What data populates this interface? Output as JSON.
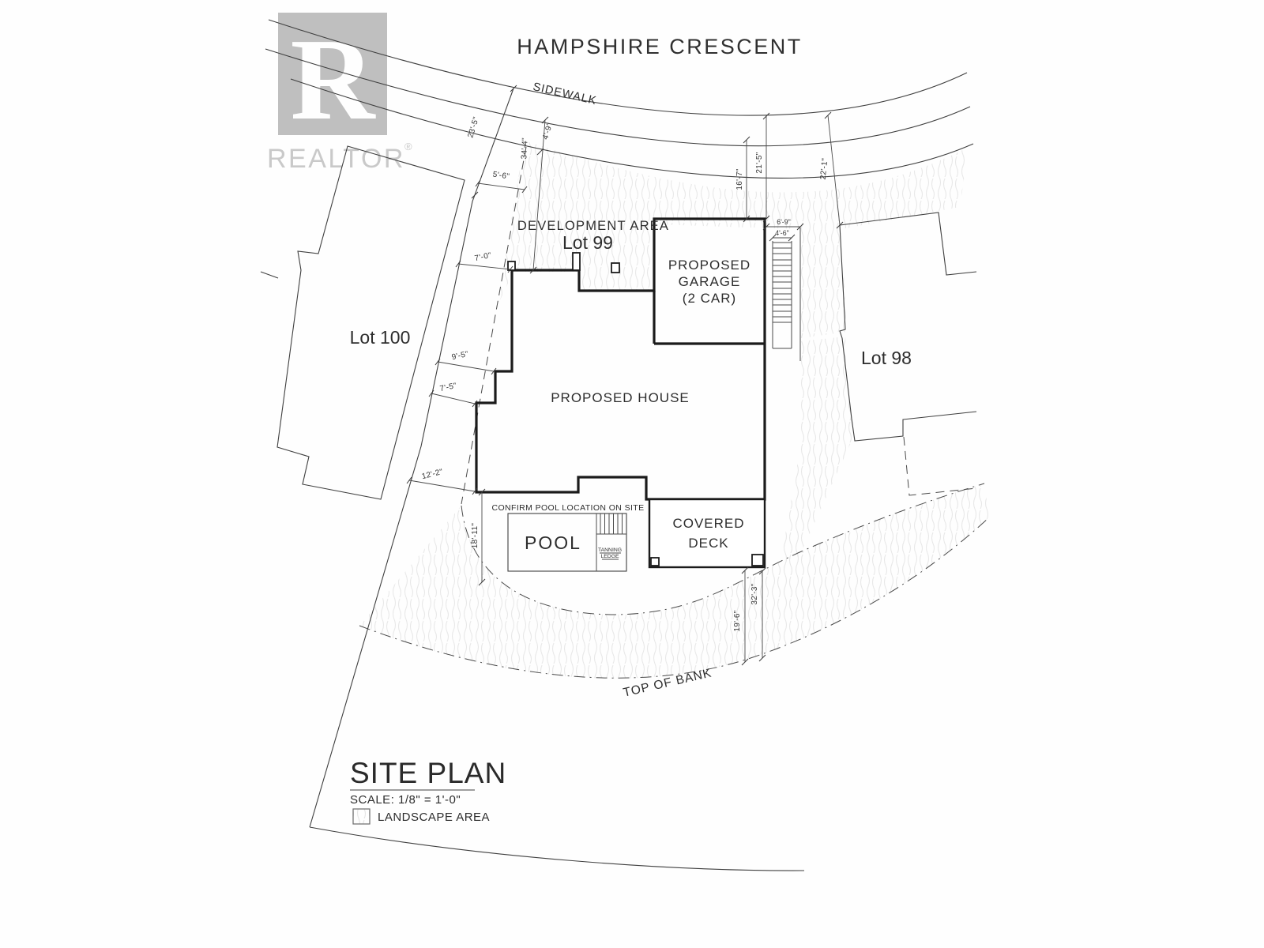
{
  "watermark": {
    "logo_letter": "R",
    "name": "REALTOR",
    "reg": "®"
  },
  "street": {
    "name": "HAMPSHIRE CRESCENT",
    "sidewalk": "SIDEWALK"
  },
  "lots": {
    "left": "Lot 100",
    "center": "Lot 99",
    "right": "Lot 98",
    "development_area": "DEVELOPMENT AREA"
  },
  "structures": {
    "garage_line1": "PROPOSED",
    "garage_line2": "GARAGE",
    "garage_line3": "(2 CAR)",
    "house": "PROPOSED HOUSE",
    "deck_line1": "COVERED",
    "deck_line2": "DECK",
    "pool": "POOL",
    "pool_note": "CONFIRM POOL LOCATION ON SITE",
    "ledge_line1": "TANNING",
    "ledge_line2": "LEDGE"
  },
  "topography": {
    "top_of_bank": "TOP OF BANK"
  },
  "title_block": {
    "title": "SITE PLAN",
    "scale": "SCALE: 1/8\" = 1'-0\"",
    "legend_landscape": "LANDSCAPE AREA"
  },
  "dimensions": {
    "d23_5": "23'-5\"",
    "d4_9": "4'-9\"",
    "d34_4": "34'-4\"",
    "d5_6": "5'-6\"",
    "d7_0": "7'-0\"",
    "d9_5": "9'-5\"",
    "d7_5": "7'-5\"",
    "d12_2": "12'-2\"",
    "d18_11": "18'-11\"",
    "d16_7": "16'-7\"",
    "d21_5": "21'-5\"",
    "d6_9": "6'-9\"",
    "d4_6": "4'-6\"",
    "d22_1": "22'-1\"",
    "d32_3": "32'-3\"",
    "d19_6": "19'-6\""
  }
}
